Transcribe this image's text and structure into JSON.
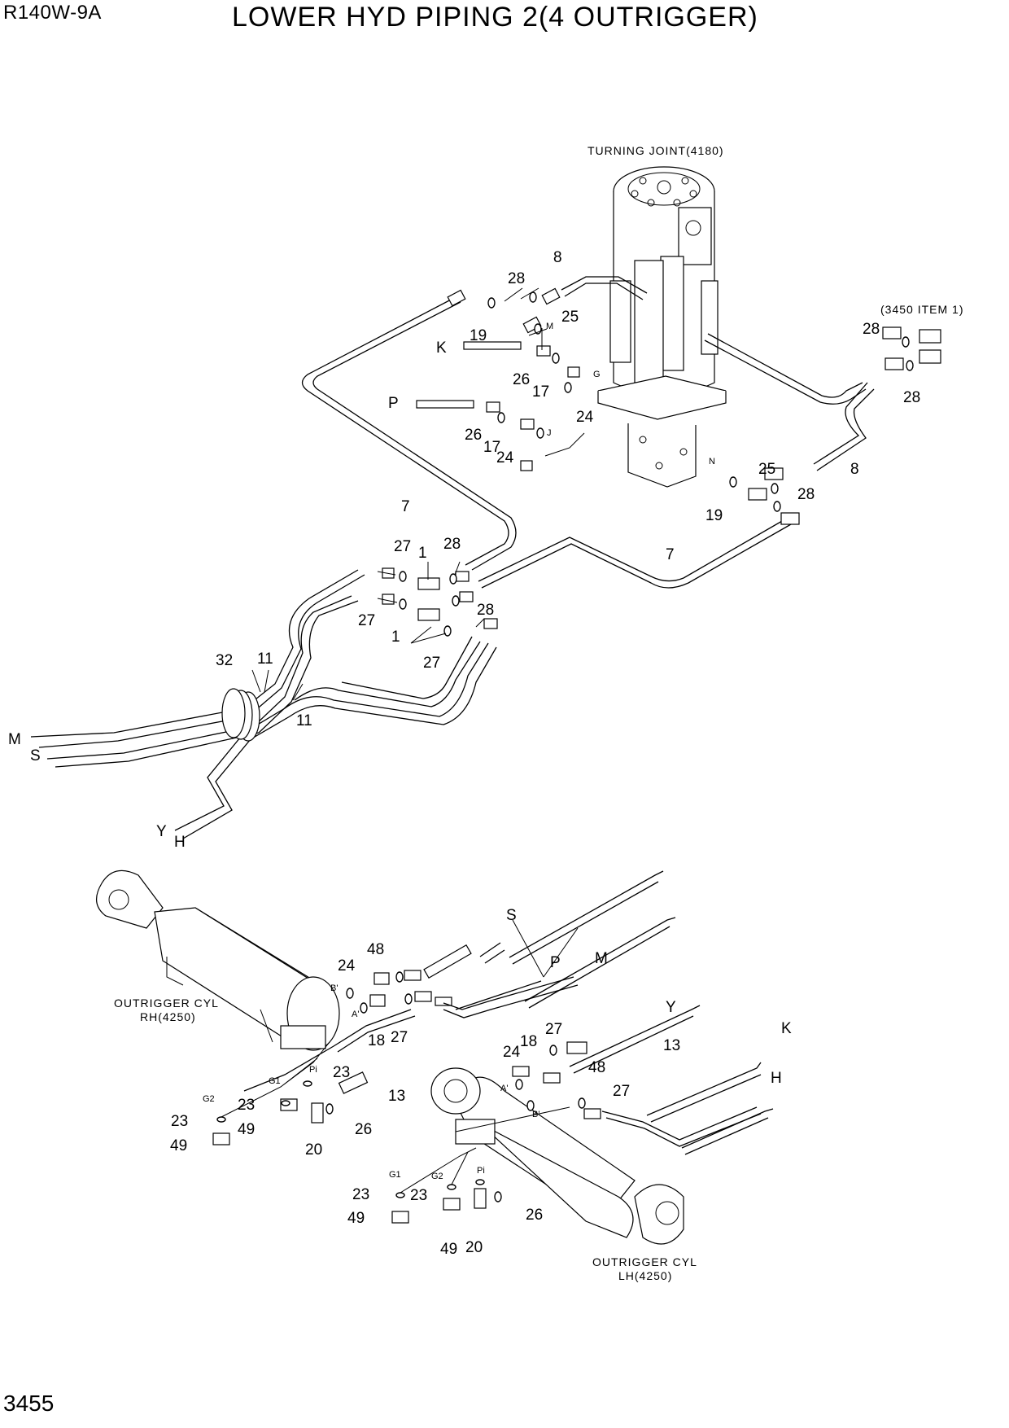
{
  "header": {
    "model": "R140W-9A",
    "title": "LOWER HYD PIPING 2(4 OUTRIGGER)"
  },
  "footer": {
    "page_number": "3455"
  },
  "captions": {
    "turning_joint": "TURNING JOINT(4180)",
    "ref_3450": "(3450 ITEM 1)",
    "cyl_rh_line1": "OUTRIGGER CYL",
    "cyl_rh_line2": "RH(4250)",
    "cyl_lh_line1": "OUTRIGGER CYL",
    "cyl_lh_line2": "LH(4250)"
  },
  "line_letters": {
    "M": "M",
    "S": "S",
    "Y": "Y",
    "H": "H",
    "K": "K",
    "P": "P"
  },
  "port_labels": {
    "G": "G",
    "J": "J",
    "M": "M",
    "N": "N",
    "A": "A'",
    "B": "B'",
    "G1": "G1",
    "G2": "G2",
    "Pi": "Pi"
  },
  "callouts": {
    "c1": "1",
    "c7": "7",
    "c8": "8",
    "c11": "11",
    "c13": "13",
    "c17": "17",
    "c18": "18",
    "c19": "19",
    "c20": "20",
    "c23": "23",
    "c24": "24",
    "c25": "25",
    "c26": "26",
    "c27": "27",
    "c28": "28",
    "c32": "32",
    "c48": "48",
    "c49": "49"
  }
}
